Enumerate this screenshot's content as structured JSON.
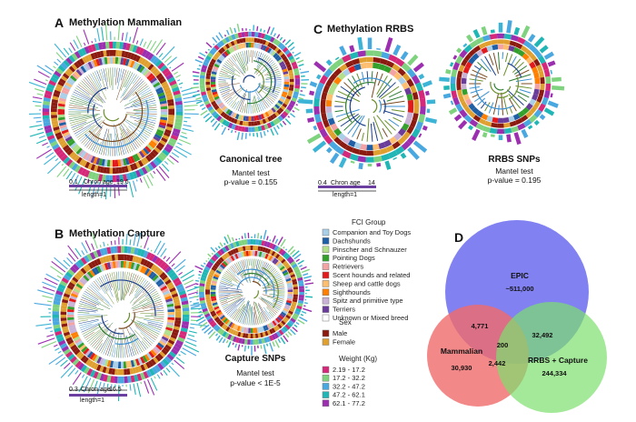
{
  "panels": {
    "A": {
      "letter": "A",
      "title": "Methylation Mammalian",
      "scale_lo": "0.1",
      "scale_label": "Chron age",
      "scale_hi": "19.6",
      "scale_length": "length=1"
    },
    "B": {
      "letter": "B",
      "title": "Methylation Capture",
      "scale_lo": "0.3",
      "scale_label": "Chron age",
      "scale_hi": "16.5",
      "scale_length": "length=1"
    },
    "C": {
      "letter": "C",
      "title": "Methylation RRBS",
      "scale_lo": "0.4",
      "scale_label": "Chron age",
      "scale_hi": "14",
      "scale_length": "length=1"
    },
    "D": {
      "letter": "D"
    }
  },
  "captions": {
    "canonical": {
      "title": "Canonical tree",
      "test": "Mantel test",
      "pvalue": "p-value = 0.155"
    },
    "capture_snps": {
      "title": "Capture SNPs",
      "test": "Mantel test",
      "pvalue": "p-value < 1E-5"
    },
    "rrbs_snps": {
      "title": "RRBS SNPs",
      "test": "Mantel test",
      "pvalue": "p-value = 0.195"
    }
  },
  "legend": {
    "fci_title": "FCI Group",
    "fci_groups": [
      {
        "label": "Companion and Toy Dogs",
        "color": "#a9cfe8"
      },
      {
        "label": "Dachshunds",
        "color": "#1f5fa5"
      },
      {
        "label": "Pinscher and Schnauzer",
        "color": "#b2df8a"
      },
      {
        "label": "Pointing Dogs",
        "color": "#33a02c"
      },
      {
        "label": "Retrievers",
        "color": "#f4a3a4"
      },
      {
        "label": "Scent hounds and related",
        "color": "#e31a1c"
      },
      {
        "label": "Sheep and cattle dogs",
        "color": "#fdbf6f"
      },
      {
        "label": "Sighthounds",
        "color": "#ff7f00"
      },
      {
        "label": "Spitz and primitive type",
        "color": "#cab2d6"
      },
      {
        "label": "Terriers",
        "color": "#6a3d9a"
      },
      {
        "label": "Unknown or Mixed breed",
        "color": "#ffffff"
      }
    ],
    "sex_title": "Sex",
    "sex": [
      {
        "label": "Male",
        "color": "#8b1a10"
      },
      {
        "label": "Female",
        "color": "#e0a030"
      }
    ],
    "weight_title": "Weight (Kg)",
    "weight": [
      {
        "label": "2.19 - 17.2",
        "color": "#d6287a"
      },
      {
        "label": "17.2 - 32.2",
        "color": "#7fd37f"
      },
      {
        "label": "32.2 - 47.2",
        "color": "#4aa8e0"
      },
      {
        "label": "47.2 - 62.1",
        "color": "#20b6b6"
      },
      {
        "label": "62.1 - 77.2",
        "color": "#9c2fb0"
      }
    ]
  },
  "venn": {
    "sets": [
      {
        "name": "EPIC",
        "size": "~511,000",
        "color": "#6b6bf0"
      },
      {
        "name": "Mammalian",
        "size": "30,930",
        "color": "#f06a6a"
      },
      {
        "name": "RRBS + Capture",
        "size": "244,334",
        "color": "#7ee06e"
      }
    ],
    "overlaps": {
      "epic_mammalian": "4,771",
      "epic_rrbs": "32,492",
      "mammalian_rrbs": "2,442",
      "all_three": "200"
    }
  }
}
